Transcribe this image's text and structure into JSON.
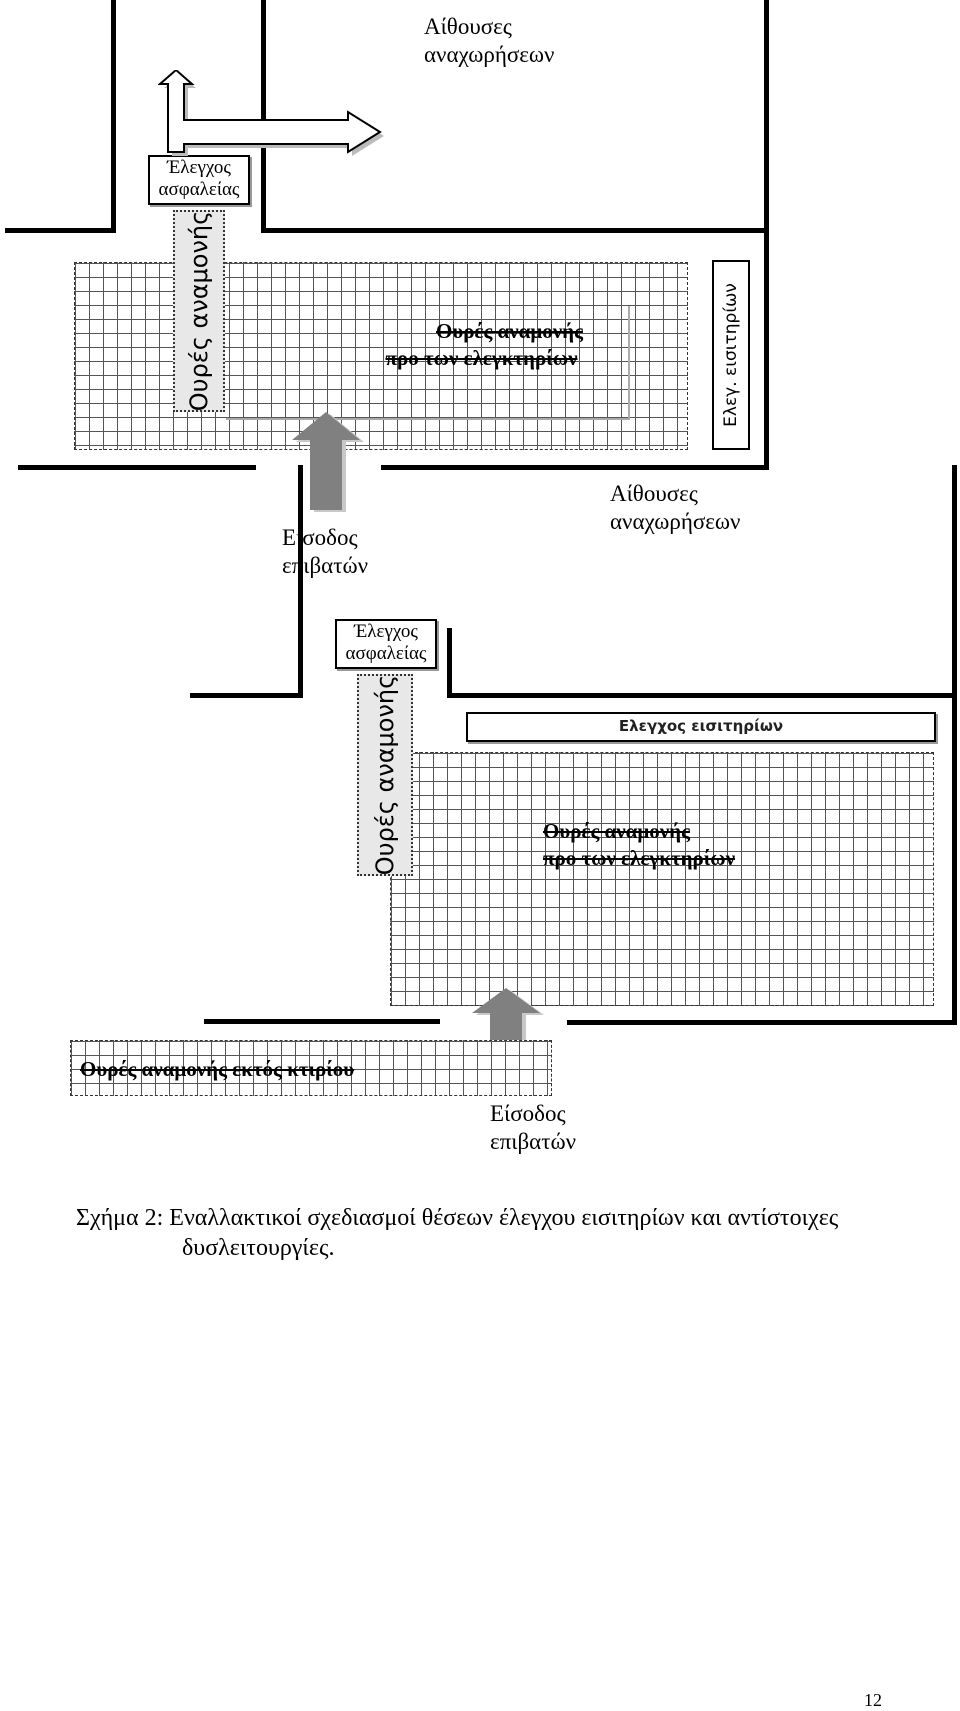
{
  "top_plan": {
    "departure_lounges": [
      "Αίθουσες",
      "αναχωρήσεων"
    ],
    "security_check": [
      "Έλεγχος",
      "ασφαλείας"
    ],
    "security_queue": "Ουρές αναμονής",
    "ticket_check": "Ελεγ. εισιτηρίων",
    "ticket_queue": [
      "Ουρές αναμονής",
      "προ των ελεγκτηρίων"
    ],
    "passenger_entrance": [
      "Είσοδος",
      "επιβατών"
    ]
  },
  "bottom_plan": {
    "departure_lounges": [
      "Αίθουσες",
      "αναχωρήσεων"
    ],
    "security_check": [
      "Έλεγχος",
      "ασφαλείας"
    ],
    "security_queue": "Ουρές αναμονής",
    "ticket_check": "Ελεγχος εισιτηρίων",
    "ticket_queue": [
      "Ουρές αναμονής",
      "προ των ελεγκτηρίων"
    ],
    "outside_queue": "Ουρές αναμονής εκτός κτιρίου",
    "passenger_entrance": [
      "Είσοδος",
      "επιβατών"
    ]
  },
  "caption": [
    "Σχήμα 2: Εναλλακτικοί σχεδιασμοί θέσεων έλεγχου εισιτηρίων και αντίστοιχες",
    "δυσλειτουργίες."
  ],
  "page_number": "12",
  "colors": {
    "wall": "#000000",
    "arrow": "#808080",
    "grid": "#555555"
  }
}
